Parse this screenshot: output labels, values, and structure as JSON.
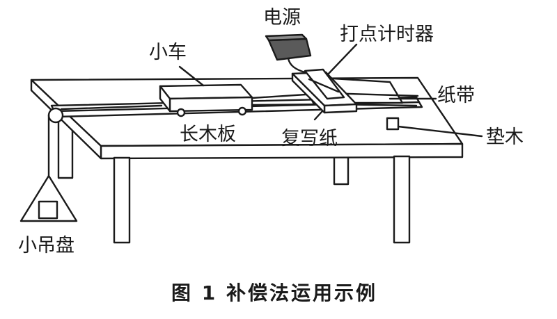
{
  "labels": {
    "power": "电源",
    "timer": "打点计时器",
    "cart": "小车",
    "tape": "纸带",
    "board": "长木板",
    "carbon_paper": "复写纸",
    "block": "垫木",
    "tray": "小吊盘"
  },
  "caption": "图 1  补偿法运用示例",
  "colors": {
    "stroke": "#1a1a1a",
    "fill": "#ffffff",
    "power_fill": "#5a5a5a"
  }
}
